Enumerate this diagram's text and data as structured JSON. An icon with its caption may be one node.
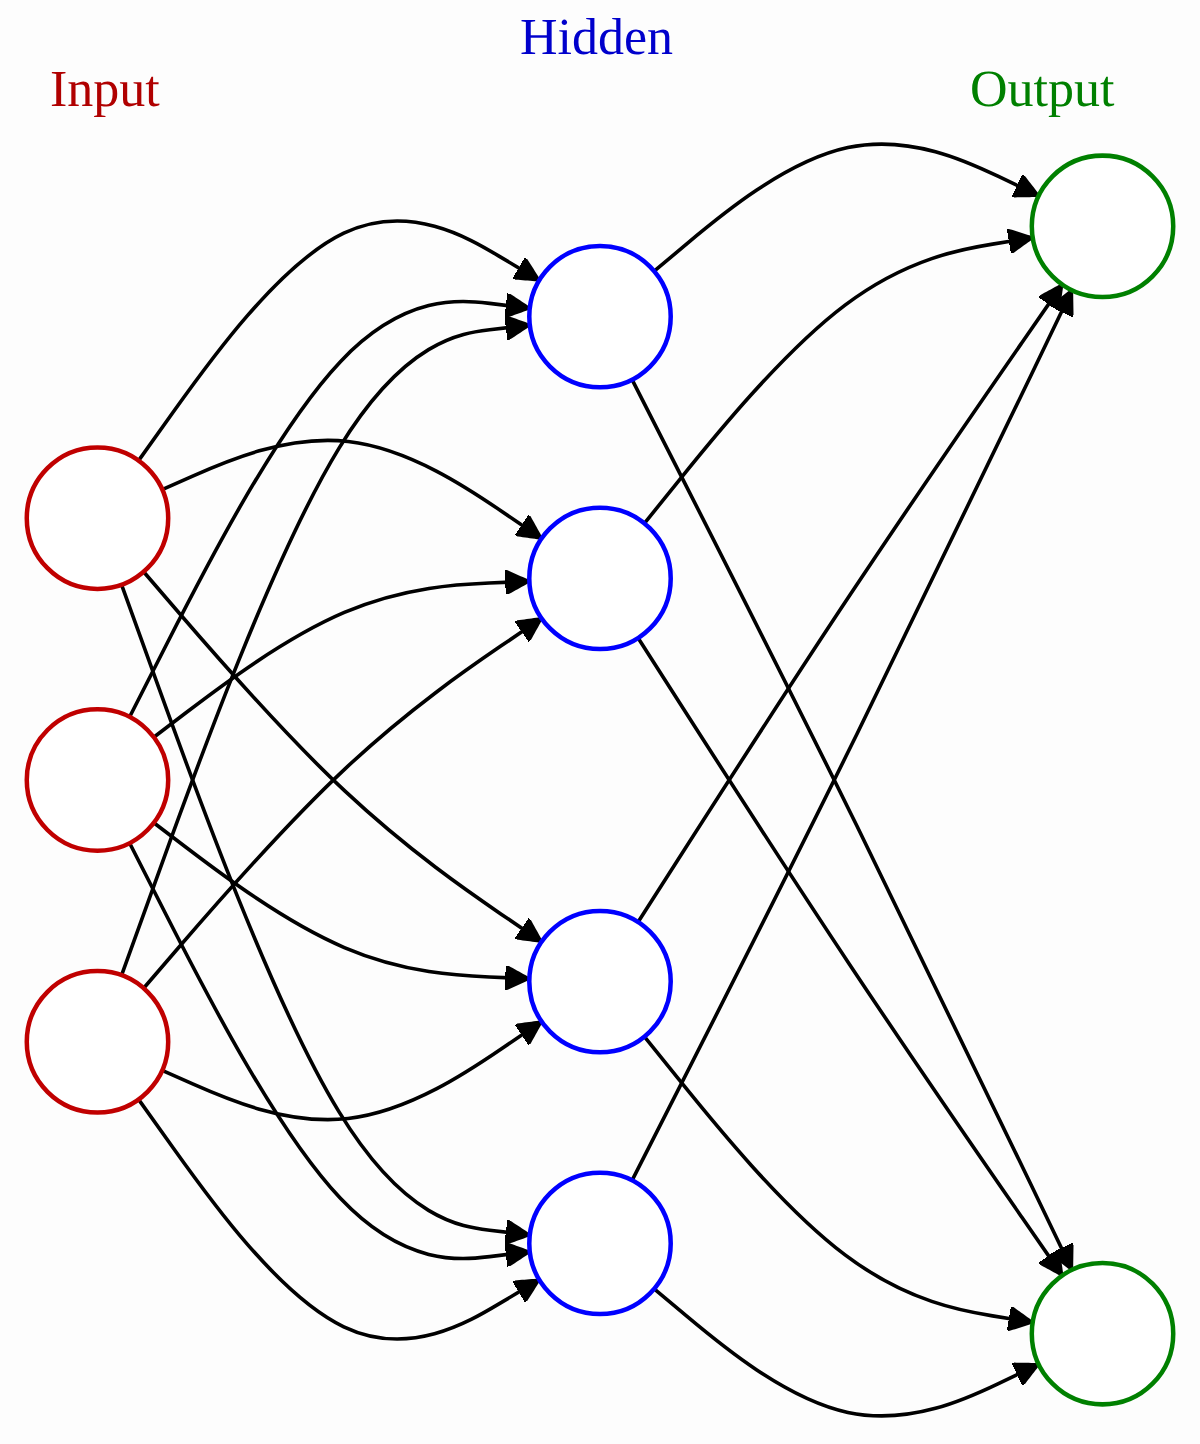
{
  "diagram": {
    "nodes": [
      {
        "text": [],
        "shape": "circle"
      },
      {
        "text": [],
        "shape": "circle"
      },
      {
        "text": [],
        "shape": "circle"
      },
      {
        "text": [],
        "shape": "circle"
      },
      {
        "text": [],
        "shape": "circle"
      },
      {
        "text": [],
        "shape": "circle"
      },
      {
        "text": [],
        "shape": "circle"
      },
      {
        "text": [],
        "shape": "circle"
      },
      {
        "text": [],
        "shape": "circle"
      }
    ],
    "edges": [
      {
        "from": 0,
        "to": 3,
        "arrow": "to"
      },
      {
        "from": 0,
        "to": 4,
        "arrow": "to"
      },
      {
        "from": 0,
        "to": 5,
        "arrow": "to"
      },
      {
        "from": 0,
        "to": 6,
        "arrow": "to"
      },
      {
        "from": 1,
        "to": 3,
        "arrow": "to"
      },
      {
        "from": 1,
        "to": 4,
        "arrow": "to"
      },
      {
        "from": 1,
        "to": 5,
        "arrow": "to"
      },
      {
        "from": 1,
        "to": 6,
        "arrow": "to"
      },
      {
        "from": 2,
        "to": 3,
        "arrow": "to"
      },
      {
        "from": 2,
        "to": 4,
        "arrow": "to"
      },
      {
        "from": 2,
        "to": 5,
        "arrow": "to"
      },
      {
        "from": 2,
        "to": 6,
        "arrow": "to"
      },
      {
        "from": 3,
        "to": 7,
        "arrow": "to"
      },
      {
        "from": 3,
        "to": 8,
        "arrow": "to"
      },
      {
        "from": 4,
        "to": 7,
        "arrow": "to"
      },
      {
        "from": 4,
        "to": 8,
        "arrow": "to"
      },
      {
        "from": 5,
        "to": 7,
        "arrow": "to"
      },
      {
        "from": 5,
        "to": 8,
        "arrow": "to"
      },
      {
        "from": 6,
        "to": 7,
        "arrow": "to"
      },
      {
        "from": 6,
        "to": 8,
        "arrow": "to"
      }
    ],
    "labels": [
      "Hidden",
      "Input",
      "Output"
    ]
  }
}
